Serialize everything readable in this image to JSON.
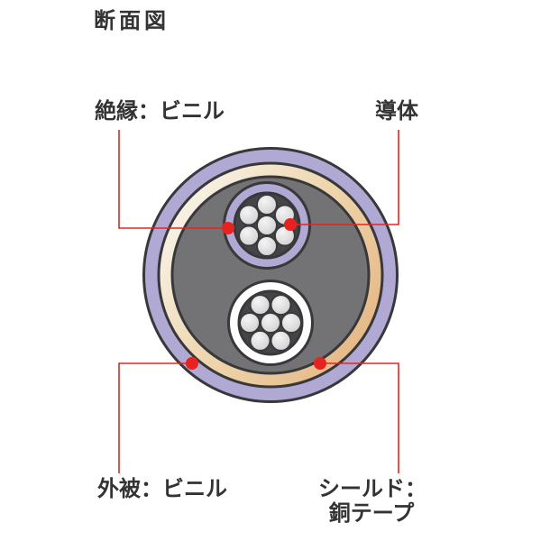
{
  "page": {
    "title": "断面図"
  },
  "labels": {
    "insulation": "絶縁：ビニル",
    "conductor": "導体",
    "outer_sheath": "外被：ビニル",
    "shield_line1": "シールド：",
    "shield_line2": "銅テープ"
  },
  "palette": {
    "outer_sheath_vinyl": "#b0a9d3",
    "shield_tape_light": "#f9f7f0",
    "shield_tape_mid": "#efd8b2",
    "shield_tape_dark": "#e4b480",
    "cable_body_gray": "#737376",
    "core_background": "#454548",
    "strand_light": "#f4f4f4",
    "strand_dark": "#cbcbcd",
    "core_ring_white": "#ffffff",
    "outline": "#38383a",
    "marker_red": "#e8231f",
    "text": "#333333"
  }
}
